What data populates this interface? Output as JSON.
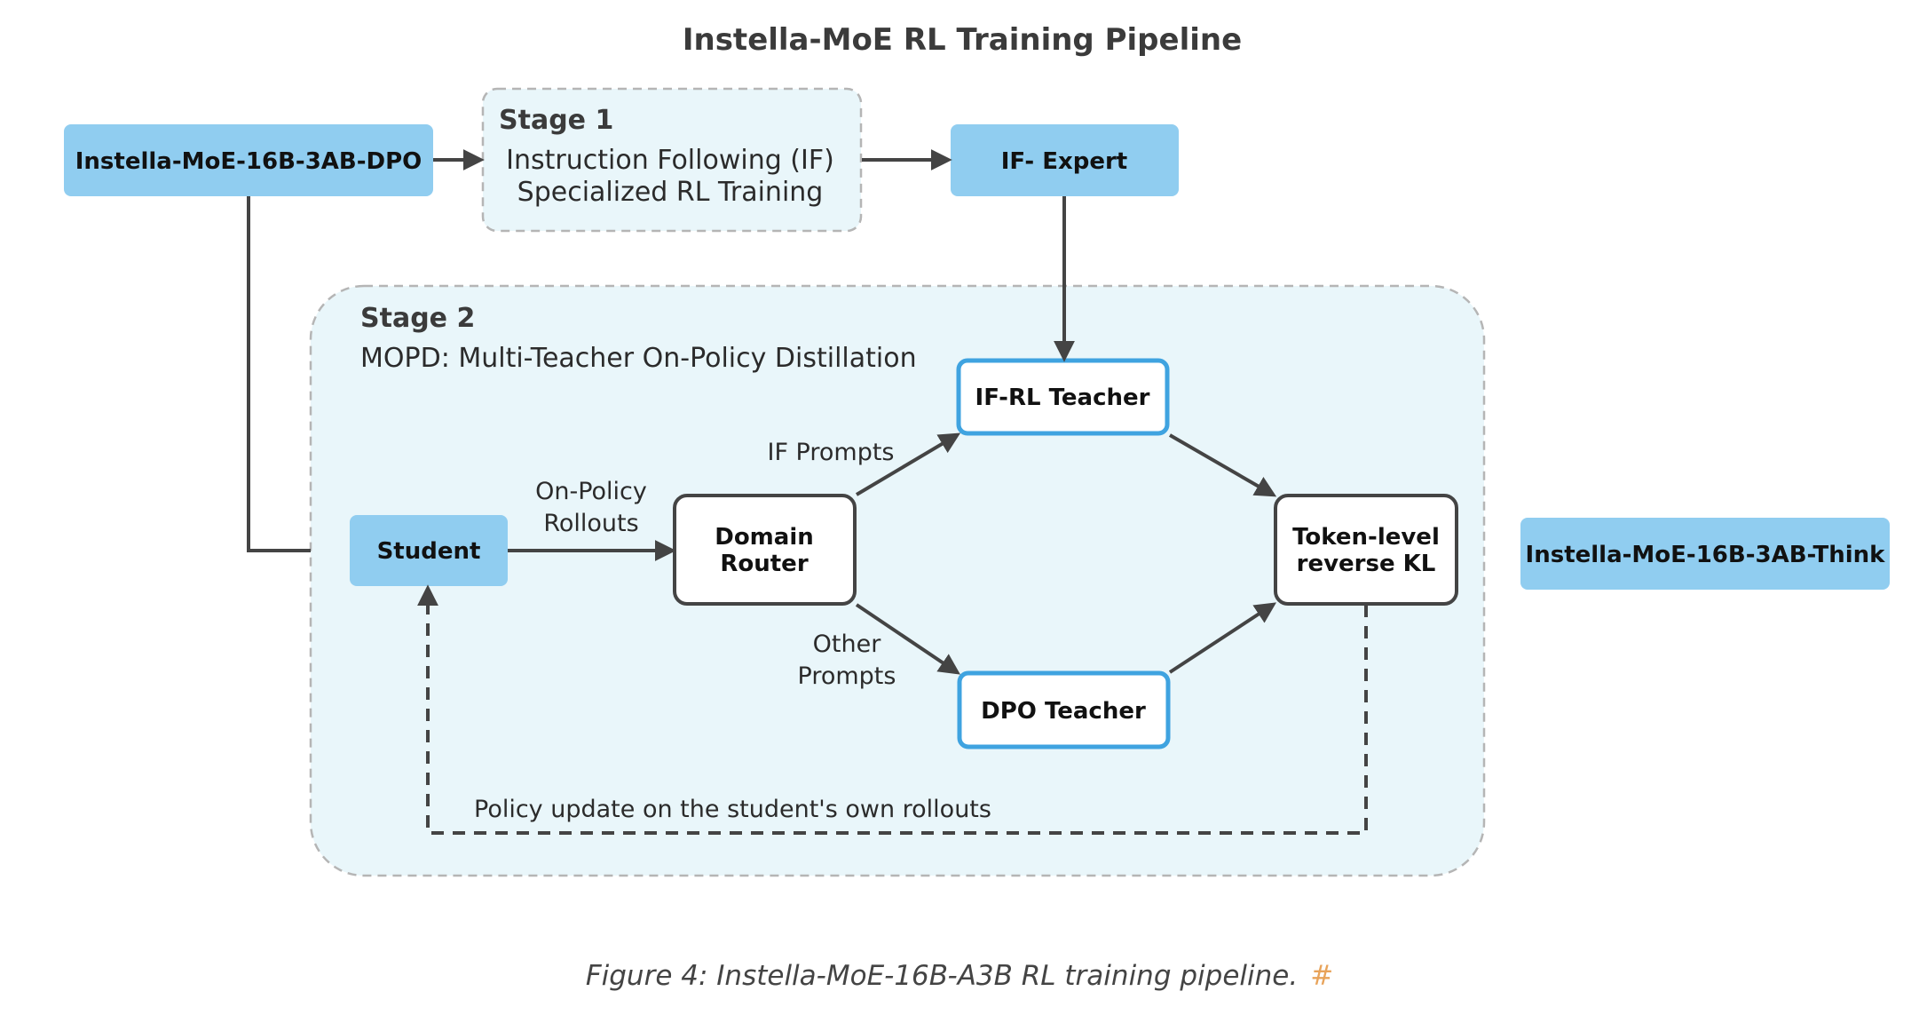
{
  "title": "Instella-MoE RL Training Pipeline",
  "nodes": {
    "dpo_model": "Instella-MoE-16B-3AB-DPO",
    "if_expert": "IF- Expert",
    "think_model": "Instella-MoE-16B-3AB-Think",
    "student": "Student",
    "domain_router": [
      "Domain",
      "Router"
    ],
    "if_rl_teacher": "IF-RL Teacher",
    "dpo_teacher": "DPO Teacher",
    "kl": [
      "Token-level",
      "reverse KL"
    ]
  },
  "stage1": {
    "title": "Stage 1",
    "lines": [
      "Instruction Following (IF)",
      "Specialized RL Training"
    ]
  },
  "stage2": {
    "title": "Stage 2",
    "subtitle": "MOPD: Multi-Teacher On-Policy Distillation"
  },
  "edge_labels": {
    "on_policy": [
      "On-Policy",
      "Rollouts"
    ],
    "if_prompts": "IF Prompts",
    "other_prompts": [
      "Other",
      "Prompts"
    ],
    "policy_update": "Policy update on the student's own rollouts"
  },
  "caption": {
    "text": "Figure 4: Instella-MoE-16B-A3B RL training pipeline.",
    "anchor": "#"
  },
  "colors": {
    "blue_node": "#90cdf0",
    "stage_fill": "#e9f6fa",
    "stage_border": "#b5b5b5",
    "teacher_border": "#3fa3e0",
    "arrow": "#444444",
    "anchor": "#e8a35a"
  }
}
